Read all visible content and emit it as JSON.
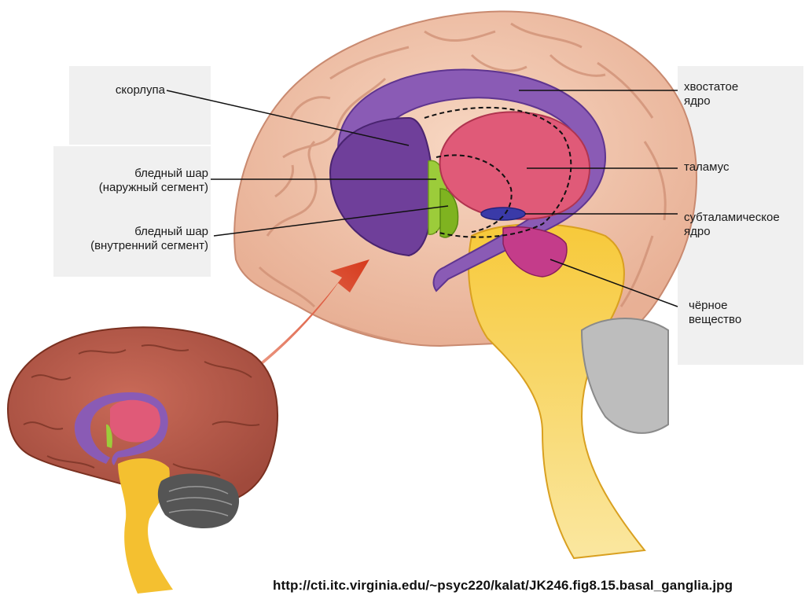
{
  "labels": {
    "putamen": "скорлупа",
    "gp_external": [
      "бледный шар",
      "(наружный сегмент)"
    ],
    "gp_internal": [
      "бледный шар",
      "(внутренний сегмент)"
    ],
    "caudate": [
      "хвостатое",
      "ядро"
    ],
    "thalamus": "таламус",
    "subthalamic": [
      "субталамическое",
      "ядро"
    ],
    "substantia_nigra": [
      "чёрное",
      "вещество"
    ]
  },
  "source_url": "http://cti.itc.virginia.edu/~psyc220/kalat/JK246.fig8.15.basal_ganglia.jpg",
  "colors": {
    "cortex": "#f2c6ac",
    "cortex_fold": "#d99a7e",
    "brain_small": "#b4584a",
    "caudate": "#8a5bb5",
    "putamen": "#6f3f9a",
    "thalamus": "#e05a78",
    "globus_pallidus": "#9ccc3a",
    "subthalamic": "#3a3aa8",
    "substantia_nigra": "#c43c8a",
    "brainstem": "#f4c030",
    "cerebellum": "#9a9a9a",
    "arrow": "#d94a2a"
  }
}
